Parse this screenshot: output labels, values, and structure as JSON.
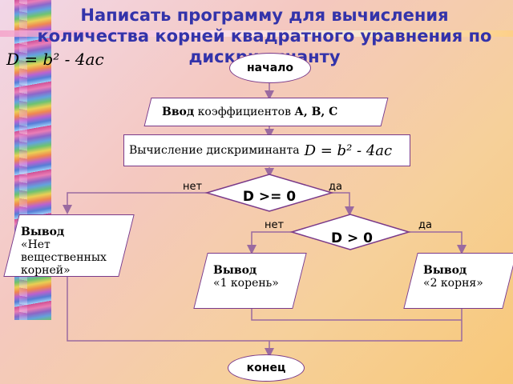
{
  "title": "Написать программу для вычисления количества корней квадратного уравнения по дискриминанту",
  "formula": "D = b² - 4ac",
  "start_label": "начало",
  "end_label": "конец",
  "input_block": {
    "keyword": "Ввод",
    "text": " коэффициентов ",
    "vars": "А, В, С"
  },
  "process_block": {
    "text": "Вычисление дискриминанта",
    "formula": "D = b² - 4ac"
  },
  "decision1": {
    "condition": "D >= 0",
    "no_label": "нет",
    "yes_label": "да"
  },
  "decision2": {
    "condition": "D > 0",
    "no_label": "нет",
    "yes_label": "да"
  },
  "output_no_roots": {
    "keyword": "Вывод",
    "text": "«Нет вещественных корней»"
  },
  "output_one_root": {
    "keyword": "Вывод",
    "text": "«1 корень»"
  },
  "output_two_roots": {
    "keyword": "Вывод",
    "text": "«2 корня»"
  },
  "colors": {
    "title": "#3333aa",
    "border": "#7a3a8a",
    "line": "#9a6aa0"
  }
}
